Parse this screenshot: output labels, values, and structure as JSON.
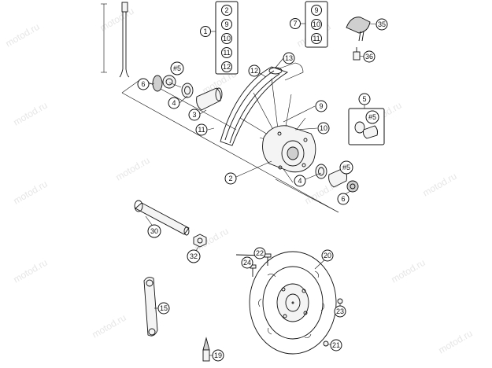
{
  "watermark": "motod.ru",
  "callouts": {
    "c1": "1",
    "c2a": "2",
    "c3": "3",
    "c4a": "4",
    "c4b": "4",
    "c5": "5",
    "c6a": "6",
    "c6b": "6",
    "c7": "7",
    "c9": "9",
    "c10": "10",
    "c11": "11",
    "c12": "12",
    "c13": "13",
    "c15": "15",
    "c19": "19",
    "c20": "20",
    "c21": "21",
    "c22": "22",
    "c23": "23",
    "c24": "24",
    "c30": "30",
    "c32": "32",
    "c35": "35",
    "c36": "36",
    "c2b": "2",
    "h5a": "#5",
    "h5b": "#5",
    "h5c": "#5"
  },
  "kit1": [
    "2",
    "9",
    "10",
    "11",
    "12"
  ],
  "kit7": [
    "9",
    "10",
    "11"
  ]
}
